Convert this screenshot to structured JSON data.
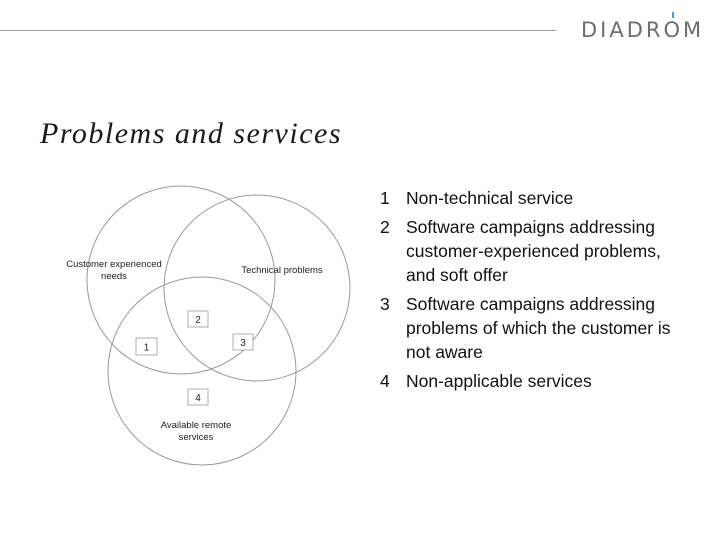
{
  "header": {
    "logo_text": "DIADROM",
    "accent_color": "#3aa0d8"
  },
  "slide": {
    "title": "Problems and services"
  },
  "diagram": {
    "circles": [
      {
        "label_lines": [
          "Customer experienced",
          "needs"
        ]
      },
      {
        "label_lines": [
          "Technical problems"
        ]
      },
      {
        "label_lines": [
          "Available remote",
          "services"
        ]
      }
    ],
    "regions": [
      "1",
      "2",
      "3",
      "4"
    ]
  },
  "list": [
    {
      "num": "1",
      "text": "Non-technical service"
    },
    {
      "num": "2",
      "text": "Software campaigns addressing customer-experienced problems, and soft offer"
    },
    {
      "num": "3",
      "text": "Software campaigns addressing problems of which the customer is not aware"
    },
    {
      "num": "4",
      "text": "Non-applicable services"
    }
  ]
}
